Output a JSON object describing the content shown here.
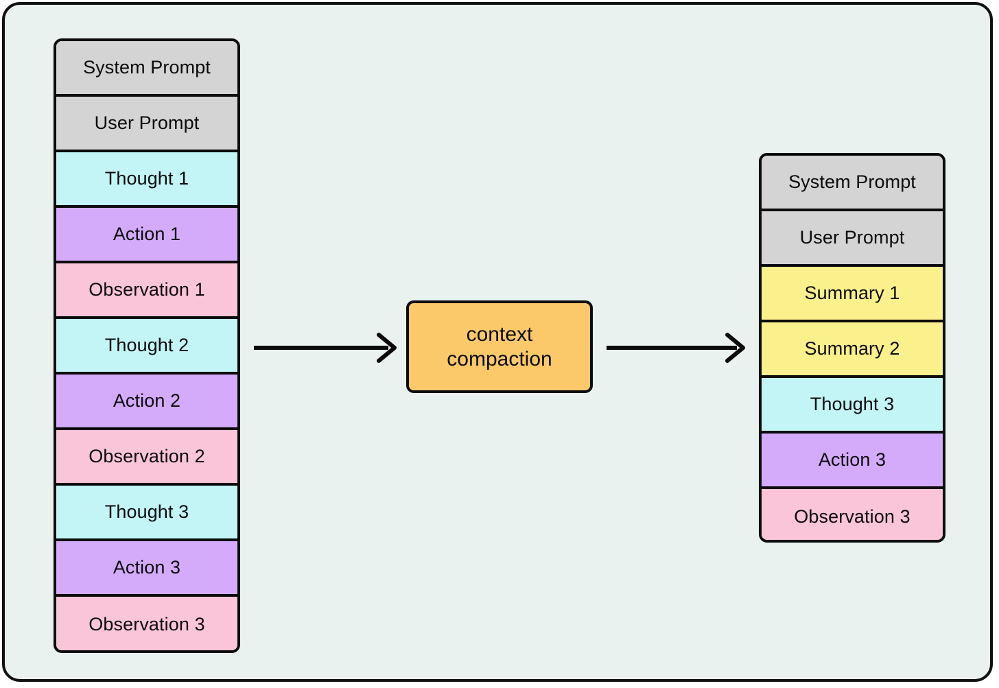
{
  "diagram": {
    "title": "context compaction",
    "background_color": "#eaf2ef",
    "border_color": "#111111"
  },
  "colors": {
    "prompt": "#d4d4d4",
    "thought": "#c3f5f7",
    "action": "#d4abfb",
    "observation": "#fbc5d9",
    "summary": "#faf08c",
    "process": "#fbc96a",
    "stroke": "#0c0c0c",
    "background": "#eaf2ef"
  },
  "left_stack": {
    "name": "original-context-window",
    "rows": [
      {
        "label": "System Prompt",
        "role": "prompt"
      },
      {
        "label": "User Prompt",
        "role": "prompt"
      },
      {
        "label": "Thought 1",
        "role": "thought"
      },
      {
        "label": "Action 1",
        "role": "action"
      },
      {
        "label": "Observation 1",
        "role": "observation"
      },
      {
        "label": "Thought 2",
        "role": "thought"
      },
      {
        "label": "Action 2",
        "role": "action"
      },
      {
        "label": "Observation 2",
        "role": "observation"
      },
      {
        "label": "Thought 3",
        "role": "thought"
      },
      {
        "label": "Action 3",
        "role": "action"
      },
      {
        "label": "Observation 3",
        "role": "observation"
      }
    ]
  },
  "process": {
    "name": "context-compaction",
    "line1": "context",
    "line2": "compaction"
  },
  "right_stack": {
    "name": "compacted-context-window",
    "rows": [
      {
        "label": "System Prompt",
        "role": "prompt"
      },
      {
        "label": "User Prompt",
        "role": "prompt"
      },
      {
        "label": "Summary 1",
        "role": "summary"
      },
      {
        "label": "Summary 2",
        "role": "summary"
      },
      {
        "label": "Thought 3",
        "role": "thought"
      },
      {
        "label": "Action 3",
        "role": "action"
      },
      {
        "label": "Observation 3",
        "role": "observation"
      }
    ]
  },
  "arrows": [
    {
      "name": "arrow-left-to-process",
      "direction": "right"
    },
    {
      "name": "arrow-process-to-right",
      "direction": "right"
    }
  ]
}
